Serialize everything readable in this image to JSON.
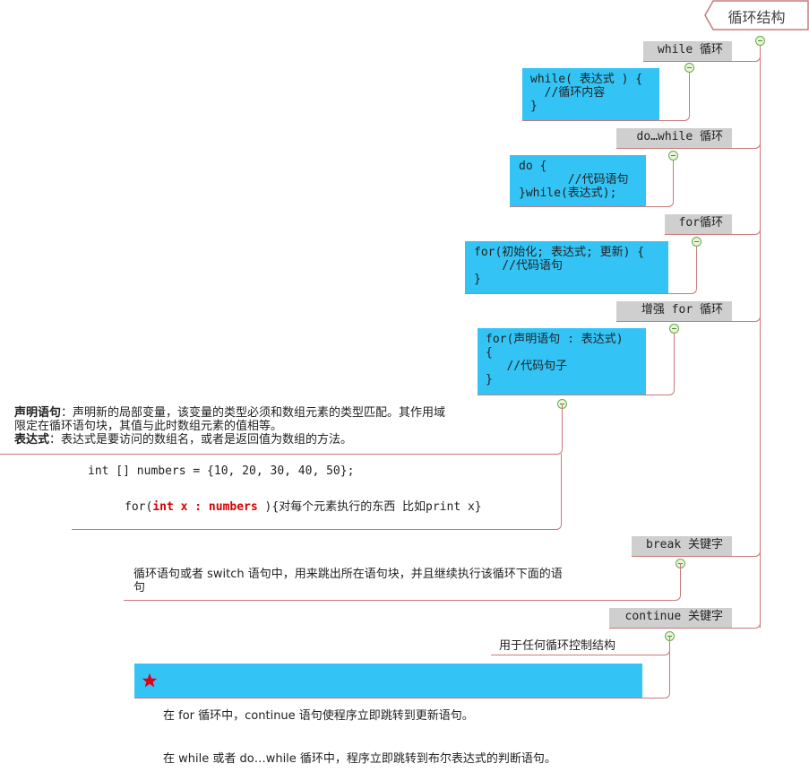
{
  "root": {
    "title": "循环结构"
  },
  "nodes": [
    {
      "id": "while",
      "label": "while 循环",
      "code": [
        "while( 表达式 ) {",
        "  //循环内容",
        "}"
      ]
    },
    {
      "id": "do_while",
      "label": "do…while 循环",
      "code": [
        "do {",
        "       //代码语句",
        "}while(表达式);"
      ]
    },
    {
      "id": "for",
      "label": "for循环",
      "code": [
        "for(初始化; 表达式; 更新) {",
        "    //代码语句",
        "}"
      ]
    },
    {
      "id": "enhanced_for",
      "label": "增强 for 循环",
      "code": [
        "for(声明语句 : 表达式)",
        "{",
        "   //代码句子",
        "}"
      ],
      "note": {
        "decl_label": "声明语句",
        "decl_text_line1": "：声明新的局部变量，该变量的类型必须和数组元素的类型匹配。其作用域",
        "decl_text_line2": "限定在循环语句块，其值与此时数组元素的值相等。",
        "expr_label": "表达式",
        "expr_text": "：表达式是要访问的数组名，或者是返回值为数组的方法。"
      },
      "example": {
        "line1": "int [] numbers = {10, 20, 30, 40, 50};",
        "line2_prefix": "for(",
        "line2_highlight": "int x : numbers",
        "line2_suffix": " ){对每个元素执行的东西 比如print x}"
      }
    },
    {
      "id": "break",
      "label": "break 关键字",
      "desc_line1": "循环语句或者 switch 语句中，用来跳出所在语句块，并且继续执行该循环下面的语",
      "desc_line2": "句"
    },
    {
      "id": "continue",
      "label": "continue 关键字",
      "desc": "用于任何循环控制结构",
      "detail_line1": "在 for 循环中，continue 语句使程序立即跳转到更新语句。",
      "detail_line2": "在 while 或者 do…while 循环中，程序立即跳转到布尔表达式的判断语句。",
      "detail_icon": "star-icon"
    }
  ],
  "colors": {
    "connector": "#c87a7a",
    "topic_bg": "#cfcfcf",
    "code_bg": "#33c4f5",
    "highlight": "#d40000",
    "collapse_border": "#6aa84f"
  }
}
